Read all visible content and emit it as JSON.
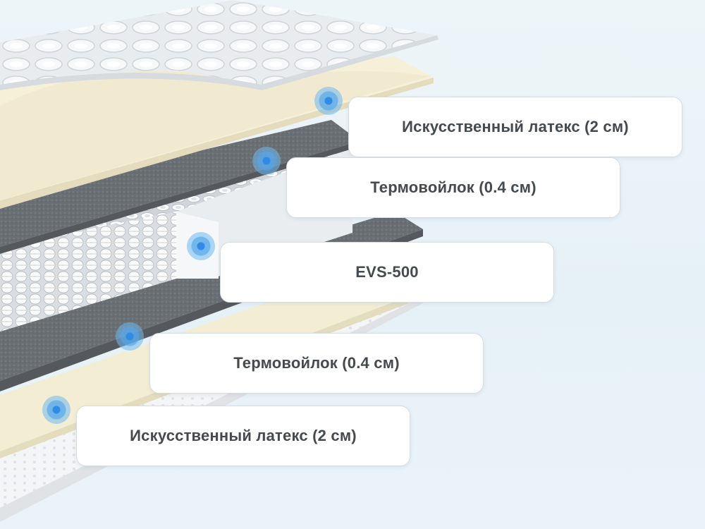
{
  "layers": [
    {
      "label": "Искусственный латекс (2 см)"
    },
    {
      "label": "Термовойлок (0.4 см)"
    },
    {
      "label": "EVS-500"
    },
    {
      "label": "Термовойлок (0.4 см)"
    },
    {
      "label": "Искусственный латекс (2 см)"
    }
  ],
  "colors": {
    "background": "#eaf3f8",
    "latex": "#f4efd8",
    "felt": "#6e7378",
    "springs": "#f2f4f6",
    "marker": "#2f8be6",
    "label_text": "#444b50"
  }
}
